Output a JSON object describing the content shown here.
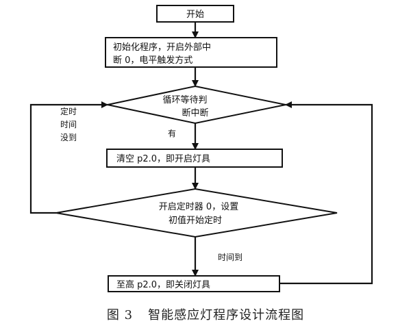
{
  "nodes": {
    "start": "开始",
    "init": [
      "初始化程序，开启外部中",
      "断 0，电平触发方式"
    ],
    "wait": [
      "循环等待判",
      "断中断"
    ],
    "clear": "清空 p2.0，即开启灯具",
    "timer": [
      "开启定时器 0，设置",
      "初值开始定时"
    ],
    "set_high": "至高 p2.0，即关闭灯具"
  },
  "edge_labels": {
    "has": "有",
    "timeout_no": [
      "定时",
      "时间",
      "没到"
    ],
    "timeout_yes": "时间到"
  },
  "caption": {
    "number": "图 3",
    "title": "智能感应灯程序设计流程图"
  }
}
